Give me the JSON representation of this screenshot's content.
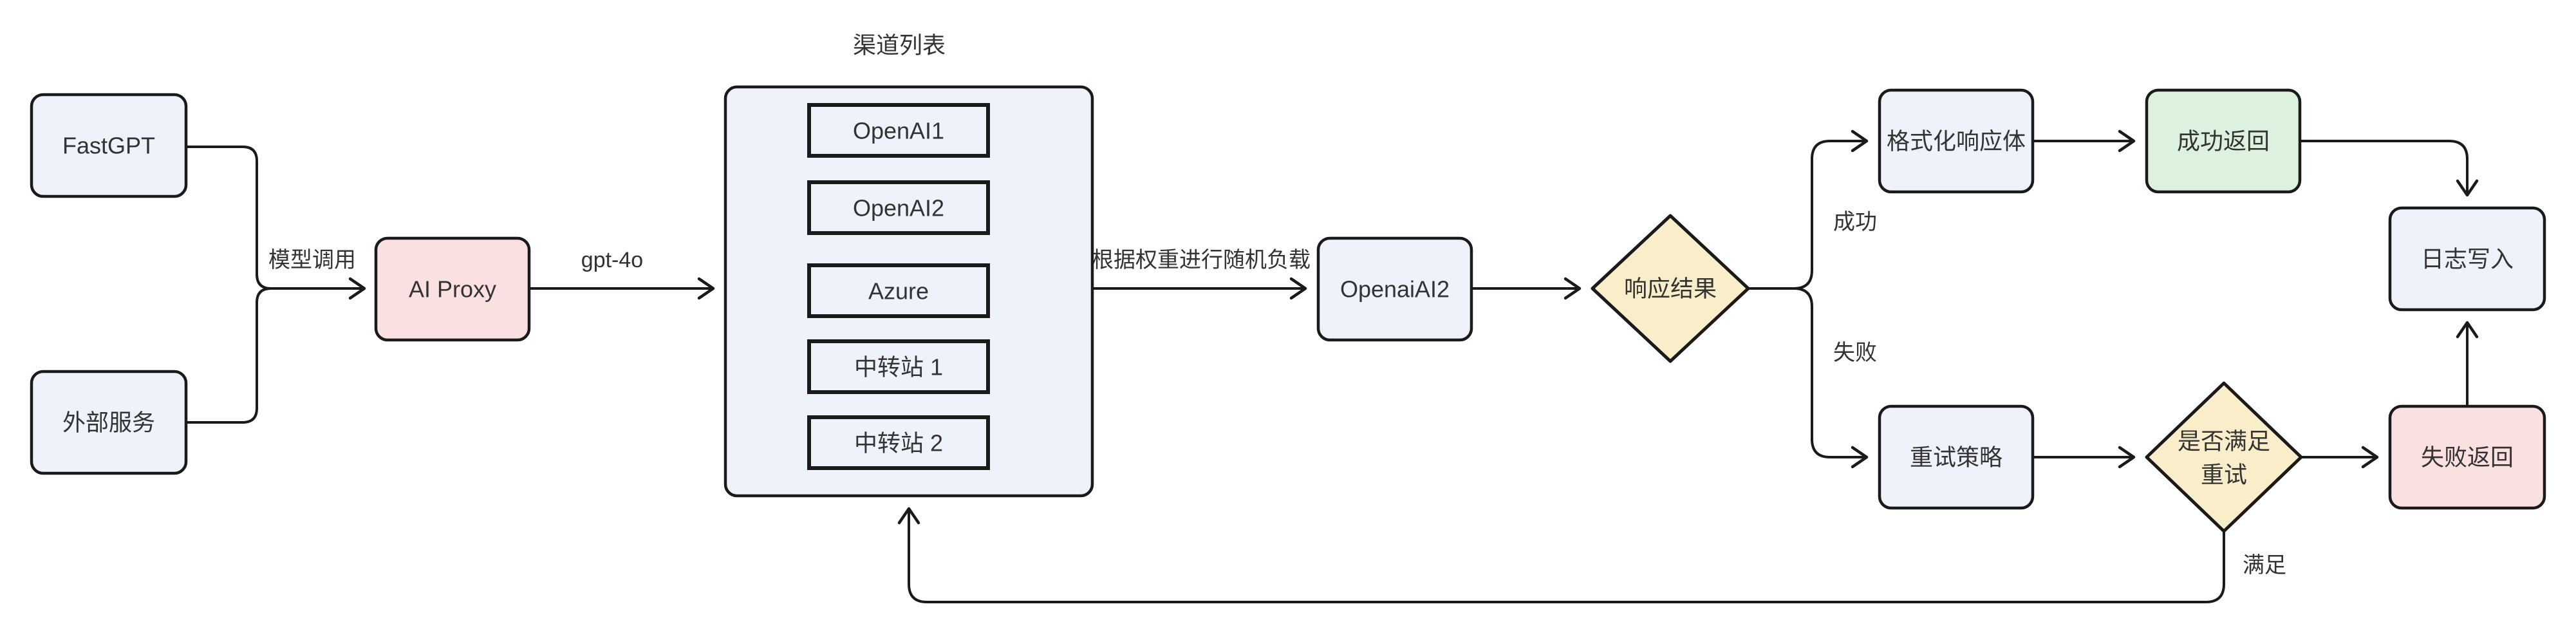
{
  "diagram": {
    "title": "渠道列表",
    "nodes": {
      "fastgpt": {
        "label": "FastGPT"
      },
      "external_service": {
        "label": "外部服务"
      },
      "ai_proxy": {
        "label": "AI Proxy"
      },
      "channel_list": {
        "title": "渠道列表",
        "items": [
          {
            "label": "OpenAI1"
          },
          {
            "label": "OpenAI2"
          },
          {
            "label": "Azure"
          },
          {
            "label": "中转站 1"
          },
          {
            "label": "中转站 2"
          }
        ]
      },
      "openai_ai2": {
        "label": "OpenaiAI2"
      },
      "response_result": {
        "label": "响应结果"
      },
      "format_response": {
        "label": "格式化响应体"
      },
      "success_return": {
        "label": "成功返回"
      },
      "log_write": {
        "label": "日志写入"
      },
      "retry_strategy": {
        "label": "重试策略"
      },
      "retry_check": {
        "label_line1": "是否满足",
        "label_line2": "重试"
      },
      "fail_return": {
        "label": "失败返回"
      }
    },
    "edge_labels": {
      "model_call": "模型调用",
      "model_name": "gpt-4o",
      "weight_load": "根据权重进行随机负载",
      "success": "成功",
      "fail": "失败",
      "satisfied": "满足"
    },
    "colors": {
      "node_blue": "#EDF2FB",
      "node_pink": "#FBE0E1",
      "node_green": "#DDF2DE",
      "node_yellow": "#FAEDC9",
      "border": "#1A1A1A",
      "text": "#333333",
      "background": "#FFFFFF"
    }
  }
}
